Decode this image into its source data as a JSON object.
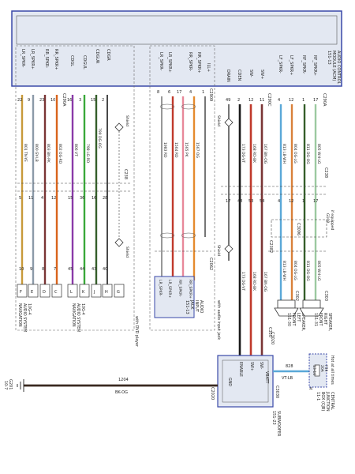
{
  "colors": {
    "module_fill": "#e3e8f2",
    "module_border": "#3a49a8",
    "wire_tn_ye": "#c79a3a",
    "wire_gy_lb": "#8c9aa8",
    "wire_bn_pk": "#7a3535",
    "wire_og_rd": "#d9641c",
    "wire_vt": "#8a3aa8",
    "wire_lg_rd": "#3aa83a",
    "wire_dg_og": "#355e2a",
    "wire_black": "#1a1a1a",
    "wire_rd": "#c0392b",
    "wire_pk": "#e8889a",
    "wire_og": "#e58a2e",
    "wire_wh_lg": "#9cc9a0",
    "wire_og_lg": "#d9803a",
    "wire_lb": "#5aa8d8",
    "wire_bk_og": "#3a2a20"
  },
  "top_module": {
    "name_lines": [
      "AUDIO CONTROL",
      "MODULE (ACM)",
      "151-13"
    ],
    "connector": "C290A"
  },
  "left_group": {
    "pin_labels": [
      "LR_SPKR-",
      "LR_SPKR+",
      "RR_SPKR-",
      "RR_SPKR+",
      "CDGL",
      "CDGUL",
      "CDGUR",
      "CDGR"
    ],
    "connector": "C290A",
    "pins_top": [
      "22",
      "9",
      "23",
      "10",
      "16",
      "3",
      "15",
      "2"
    ],
    "circuits": [
      {
        "num": "801",
        "color": "TN-YE"
      },
      {
        "num": "800",
        "color": "GY-LB"
      },
      {
        "num": "803",
        "color": "BN-PK"
      },
      {
        "num": "802",
        "color": "OG-RD"
      },
      {
        "num": "806",
        "color": "VT"
      },
      {
        "num": "798",
        "color": "LG-RD"
      },
      {
        "num": "799",
        "color": "DG-OG"
      },
      {
        "num": "",
        "color": ""
      }
    ],
    "pins_mid": [
      "5",
      "11",
      "4",
      "12",
      "15",
      "36",
      "16",
      "28"
    ],
    "pins_bottom": [
      "10",
      "9",
      "8",
      "7",
      "45",
      "44",
      "43",
      "40"
    ],
    "connector_mid": "C238",
    "shield_label": "Shield",
    "terminal_letters": [
      "F",
      "E",
      "D",
      "C",
      "L",
      "K",
      "J",
      "H",
      "G"
    ],
    "module1_lines": [
      "10G-4",
      "AUDIO SYSTEM",
      "NAVIGATION"
    ],
    "module2_lines": [
      "10G-4",
      "AUDIO SYSTEM",
      "NAVIGATION"
    ],
    "dvd_note": "with DVD player"
  },
  "middle_group": {
    "pin_labels": [
      "LR_SPKR-",
      "LR_SPKR+",
      "RR_SPKR-",
      "RR_SPKR+",
      "ILL+"
    ],
    "pins_top": [
      "8",
      "6",
      "17",
      "4",
      "1"
    ],
    "circuits": [
      {
        "num": "1983",
        "color": "RD"
      },
      {
        "num": "1564",
        "color": "RD"
      },
      {
        "num": "1565",
        "color": "PK"
      },
      {
        "num": "1567",
        "color": "OG"
      }
    ],
    "connector_top": "C2909",
    "connector_bottom": "C2062",
    "box_lines": [
      "AUDIO",
      "INPUT",
      "JACK",
      "151-13"
    ],
    "box_pin_labels": [
      "LR_SPKR-",
      "LR_SPKR+",
      "RR_SPKR-",
      "RR_SPKR+"
    ],
    "note": "with audio input jack"
  },
  "right_group": {
    "pin_labels": [
      "DRAIN",
      "CDEN",
      "SW-",
      "SW+",
      "LF_SPKR-",
      "LF_SPKR+",
      "RF_SPKR-",
      "RF_SPKR+"
    ],
    "pins_top": [
      "49",
      "2",
      "12",
      "11",
      "4",
      "12",
      "1",
      "17"
    ],
    "connector_top": "C290C",
    "circuits": [
      {
        "num": "",
        "color": ""
      },
      {
        "num": "173",
        "color": "DG-VT"
      },
      {
        "num": "168",
        "color": "RD-BK"
      },
      {
        "num": "167",
        "color": "BN-OG"
      },
      {
        "num": "813",
        "color": "LB-WH"
      },
      {
        "num": "804",
        "color": "OG-LG"
      },
      {
        "num": "811",
        "color": "DG-OG"
      },
      {
        "num": "805",
        "color": "WH-LG"
      }
    ],
    "pins_mid": [
      "17",
      "48",
      "53",
      "54",
      "4",
      "12",
      "1",
      "17"
    ],
    "connector_mid": "C238",
    "connector_c3096": "C3096",
    "if_equipped": "if equipped",
    "g108": "G108",
    "connector_c2382": "C2382",
    "shield_label": "Shield",
    "spk_left_lines": [
      "SPEAKER,",
      "LEFT",
      "FRONT",
      "151-30"
    ],
    "spk_right_lines": [
      "SPEAKER,",
      "RIGHT",
      "FRONT",
      "151-31"
    ],
    "connector_c302": "C302",
    "connector_c303": "C303",
    "connector_c350": "C350"
  },
  "subwoofer": {
    "pin_labels": [
      "SW-",
      "SW+",
      "VBATT",
      "ENABLE",
      "GND"
    ],
    "connector": "C3020",
    "connector2": "C3030",
    "name_lines": [
      "SUBWOOFER",
      "151-23"
    ]
  },
  "ground": {
    "circuit": "1204",
    "color": "BK-OG",
    "ground_id": "G201",
    "ground_ref": "10-7",
    "connector": "C2020"
  },
  "fuse": {
    "circuit": "828",
    "color": "VT-LB",
    "connector": "C270M",
    "note": "Hot at all times",
    "fuse_id": "F39",
    "fuse_amps": "20A",
    "fuse_page": "13-16",
    "box_lines": [
      "CENTRAL",
      "JUNCTION",
      "BOX (CJB)",
      "11-1"
    ]
  }
}
